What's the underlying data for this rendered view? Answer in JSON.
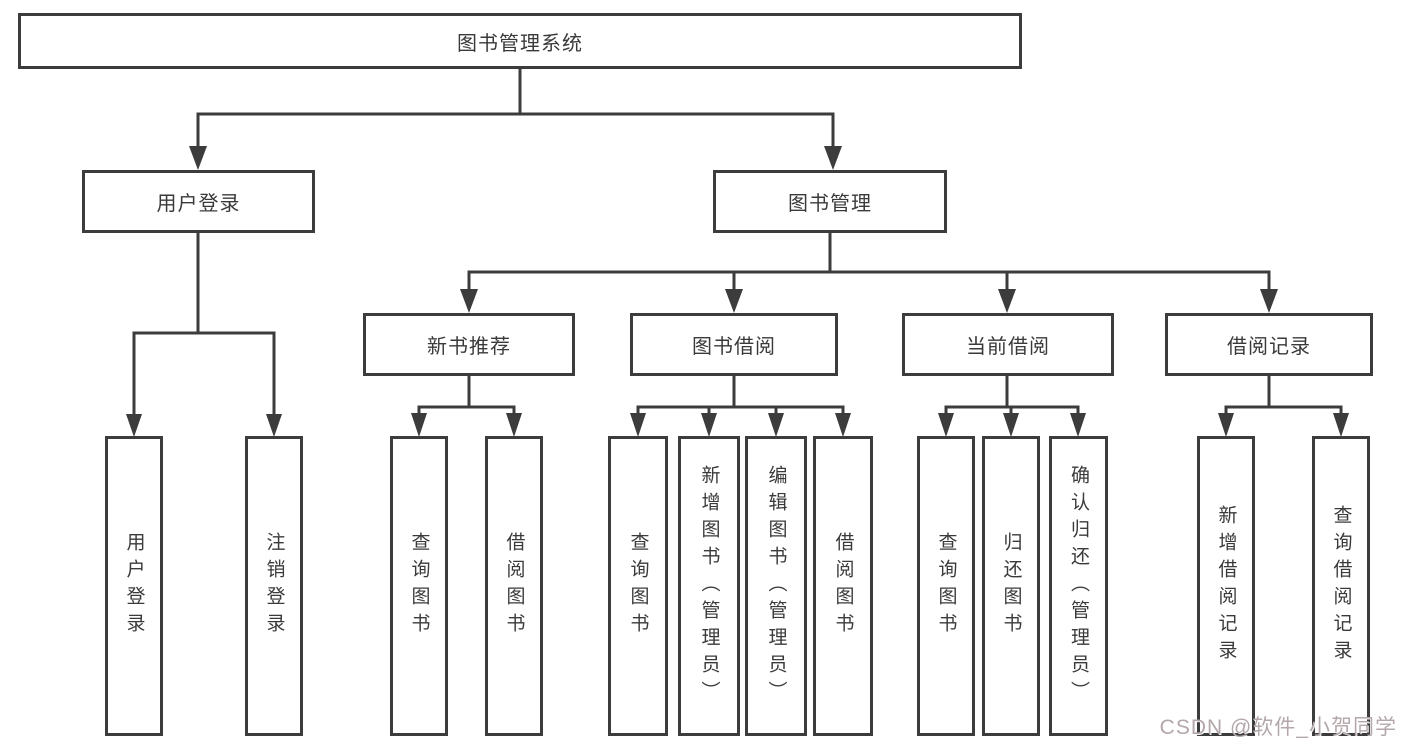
{
  "tree": {
    "root": {
      "label": "图书管理系统"
    },
    "level1": [
      {
        "label": "用户登录",
        "children": [
          {
            "label": "用户登录"
          },
          {
            "label": "注销登录"
          }
        ]
      },
      {
        "label": "图书管理",
        "groups": [
          {
            "label": "新书推荐",
            "children": [
              {
                "label": "查询图书"
              },
              {
                "label": "借阅图书"
              }
            ]
          },
          {
            "label": "图书借阅",
            "children": [
              {
                "label": "查询图书"
              },
              {
                "label": "新增图书（管理员）"
              },
              {
                "label": "编辑图书（管理员）"
              },
              {
                "label": "借阅图书"
              }
            ]
          },
          {
            "label": "当前借阅",
            "children": [
              {
                "label": "查询图书"
              },
              {
                "label": "归还图书"
              },
              {
                "label": "确认归还（管理员）"
              }
            ]
          },
          {
            "label": "借阅记录",
            "children": [
              {
                "label": "新增借阅记录"
              },
              {
                "label": "查询借阅记录"
              }
            ]
          }
        ]
      }
    ]
  },
  "watermark": {
    "text": "CSDN @软件_小贺同学"
  },
  "colors": {
    "line": "#3c3c3c",
    "text": "#3a3a3a",
    "background": "#ffffff",
    "watermark": "#b3a7a9"
  }
}
